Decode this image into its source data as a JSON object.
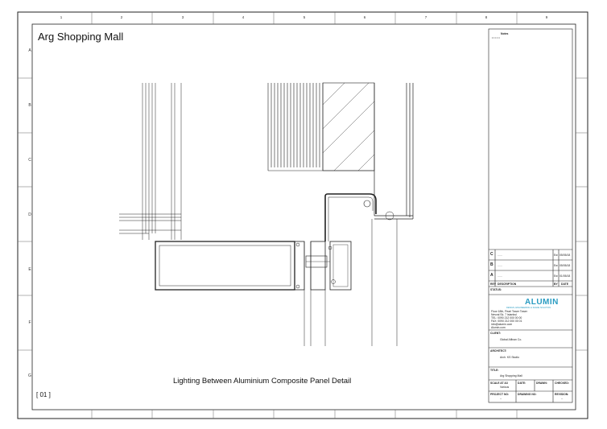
{
  "project_title": "Arg Shopping Mall",
  "detail_title": "Lighting Between Aluminium Composite Panel  Detail",
  "sheet_number": "[ 01 ]",
  "grid": {
    "columns": [
      "1",
      "2",
      "3",
      "4",
      "5",
      "6",
      "7",
      "8",
      "9"
    ],
    "rows": [
      "A",
      "B",
      "C",
      "D",
      "E",
      "F",
      "G"
    ]
  },
  "title_block": {
    "notes_label": "Notes",
    "notes_text": "• • • • •",
    "revisions": [
      {
        "rev": "C",
        "desc": "......",
        "by": "Ew",
        "date": "05/05/18"
      },
      {
        "rev": "B",
        "desc": "......",
        "by": "Ew",
        "date": "05/05/18"
      },
      {
        "rev": "A",
        "desc": "......",
        "by": "Ew",
        "date": "01/05/18"
      }
    ],
    "rev_headers": {
      "rev": "REV",
      "desc": "DESCRIPTION",
      "by": "BY",
      "date": "DATE"
    },
    "status_label": "STATUS:",
    "company_logo": "ALUMIN",
    "company_tagline": "DESIGN, ENGINEERING & FAADE SOLUTION",
    "company_address": [
      "Floor 18th, Pearl Tower Tower",
      "Nevval Sk. 7 Istanbul",
      "TEL: 0090 212 000 00 00",
      "FAX: 0090 212 000 00 01",
      "info@alumin.com",
      "Alumin.com"
    ],
    "client_label": "CLIENT:",
    "client": "Global Alfinan Co.",
    "architect_label": "ARCHITECT:",
    "architect": "Arch. KS Studio",
    "title_label": "TITLE:",
    "title": "Arg Shopping Mall",
    "scale_label": "SCALE  AT  A3",
    "scale_value": "Various",
    "date_label": "DATE:",
    "drawn_label": "DRAWN:",
    "checked_label": "CHECKED:",
    "project_no_label": "PROJECT NO:",
    "project_no_value": "--",
    "drawing_no_label": "DRAWING NO:",
    "revision_label": "REVISION:",
    "revision_value": "--"
  }
}
